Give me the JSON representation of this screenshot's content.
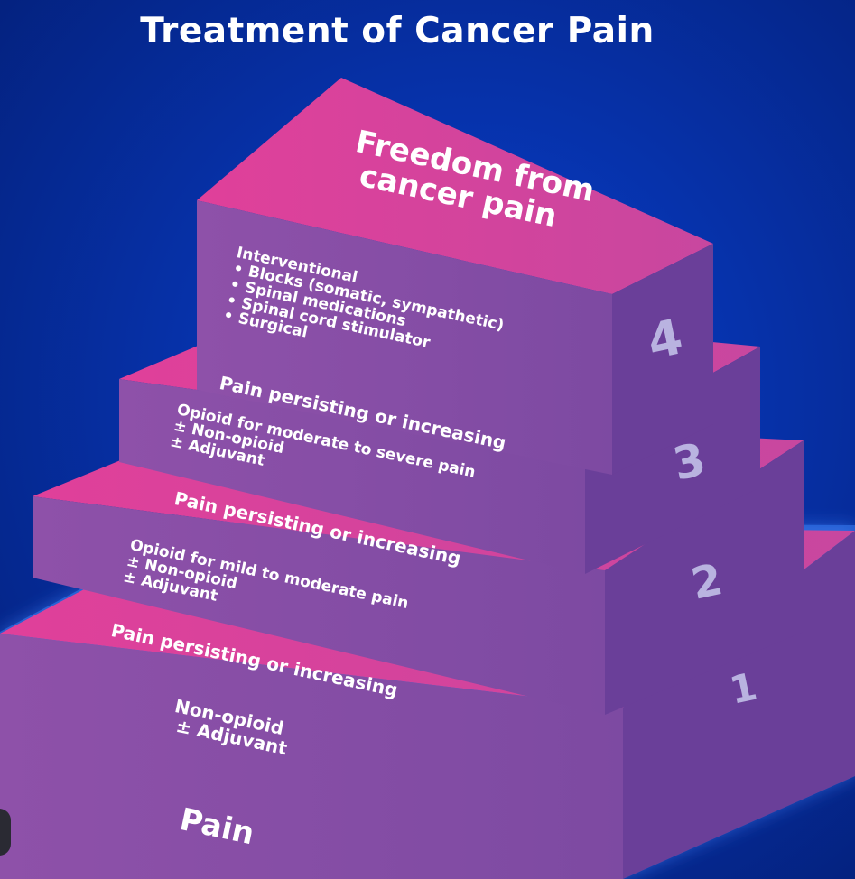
{
  "title": "Treatment of Cancer Pain",
  "top_goal": [
    "Freedom from",
    "cancer pain"
  ],
  "base_label": "Pain",
  "steps": [
    {
      "number": "1",
      "treatment": [
        "Non-opioid",
        "± Adjuvant"
      ]
    },
    {
      "number": "2",
      "treatment": [
        "Opioid for mild to moderate pain",
        "± Non-opioid",
        "± Adjuvant"
      ]
    },
    {
      "number": "3",
      "treatment": [
        "Opioid for moderate to severe pain",
        "± Non-opioid",
        "± Adjuvant"
      ]
    },
    {
      "number": "4",
      "treatment": [
        "Interventional",
        "• Blocks (somatic, sympathetic)",
        "• Spinal medications",
        "• Spinal cord stimulator",
        "• Surgical"
      ]
    }
  ],
  "transition_label": "Pain persisting or increasing",
  "colors": {
    "background": "#0631a8",
    "top_face": "#e0409a",
    "front_face": "#8a4fa6",
    "side_face": "#6a3f99",
    "glow": "#4aa3ff",
    "text": "#ffffff"
  }
}
